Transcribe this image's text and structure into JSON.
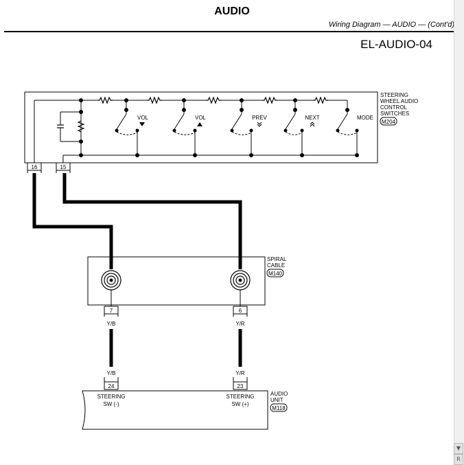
{
  "header": {
    "title": "AUDIO",
    "subtitle": "Wiring Diagram — AUDIO — (Cont'd)",
    "diagram_code": "EL-AUDIO-04"
  },
  "steering_switch": {
    "name_lines": [
      "STEERING",
      "WHEEL AUDIO",
      "CONTROL",
      "SWITCHES"
    ],
    "connector": "M204",
    "switches": [
      "VOL",
      "VOL",
      "PREV",
      "NEXT",
      "MODE"
    ],
    "terminals": [
      "16",
      "15"
    ]
  },
  "spiral_cable": {
    "name_lines": [
      "SPIRAL",
      "CABLE"
    ],
    "connector": "M140",
    "terminals": [
      "7",
      "6"
    ],
    "wire_colors": [
      "Y/B",
      "Y/R"
    ]
  },
  "audio_unit": {
    "name_lines": [
      "AUDIO",
      "UNIT"
    ],
    "connector": "M118",
    "terminals": [
      "24",
      "23"
    ],
    "wire_colors": [
      "Y/B",
      "Y/R"
    ],
    "pin_labels": [
      [
        "STEERING",
        "SW (-)"
      ],
      [
        "STEERING",
        "SW (+)"
      ]
    ]
  },
  "scrollbar": {
    "down_arrow": "▼",
    "resize_glyph": "R"
  }
}
